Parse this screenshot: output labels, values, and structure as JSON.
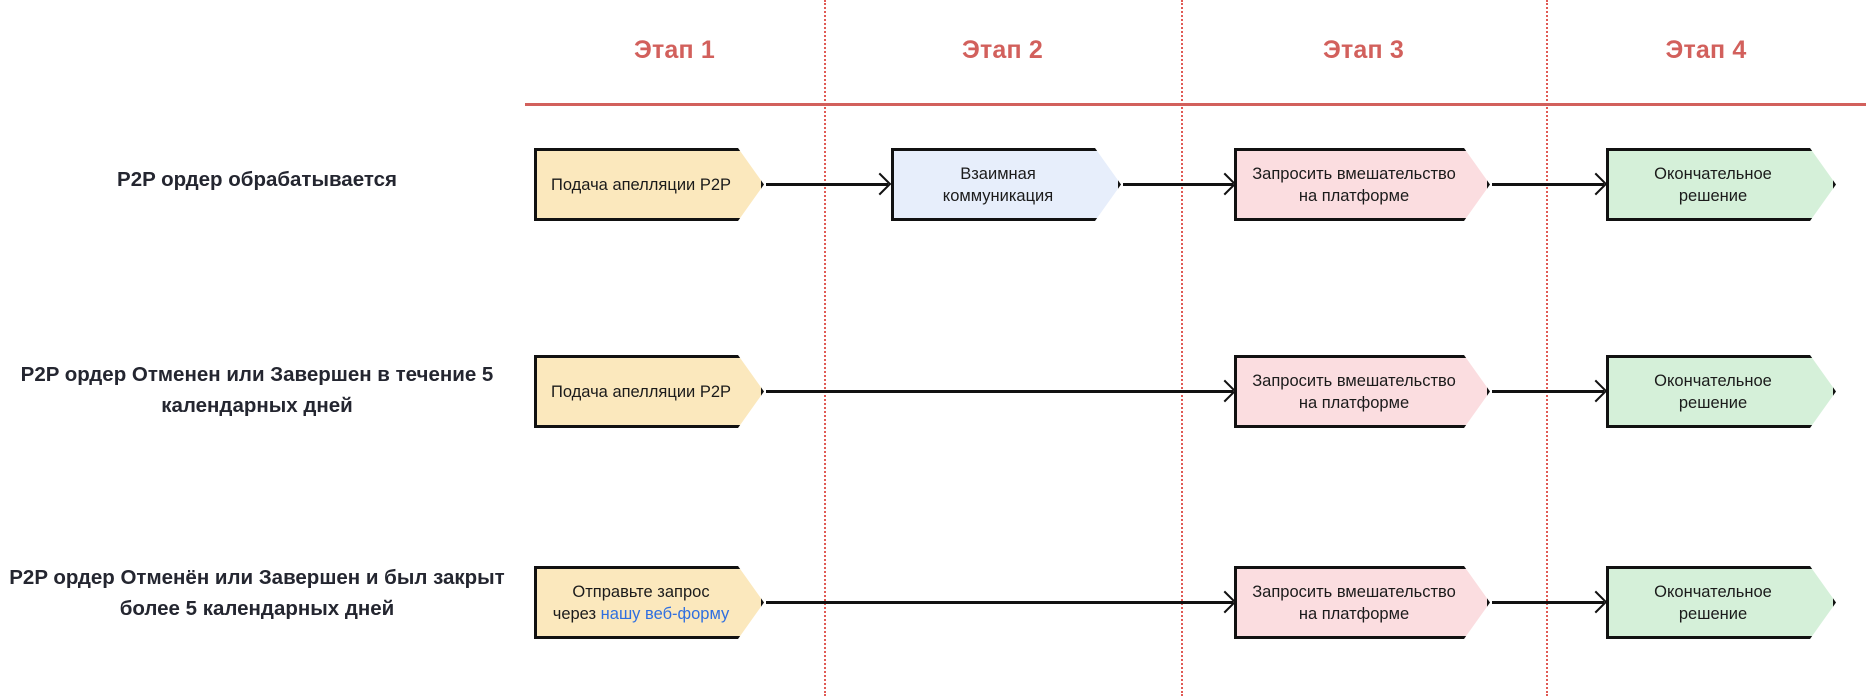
{
  "diagram": {
    "title_bar_color": "#d2605c",
    "divider_color": "#e05a55",
    "stages": [
      {
        "id": "stage-1",
        "label": "Этап 1"
      },
      {
        "id": "stage-2",
        "label": "Этап 2"
      },
      {
        "id": "stage-3",
        "label": "Этап 3"
      },
      {
        "id": "stage-4",
        "label": "Этап 4"
      }
    ],
    "rows": [
      {
        "id": "row-1",
        "label": "P2P ордер обрабатывается",
        "nodes": [
          {
            "stage": 1,
            "text": "Подача апелляции P2P",
            "color": "#fbe8bd",
            "color_name": "yellow"
          },
          {
            "stage": 2,
            "text": "Взаимная\nкоммуникация",
            "color": "#e7eefb",
            "color_name": "blue"
          },
          {
            "stage": 3,
            "text": "Запросить вмешательство\nна платформе",
            "color": "#fbdde0",
            "color_name": "pink"
          },
          {
            "stage": 4,
            "text": "Окончательное\nрешение",
            "color": "#d5f0d9",
            "color_name": "green"
          }
        ]
      },
      {
        "id": "row-2",
        "label": "P2P ордер Отменен или Завершен в течение 5 календарных дней",
        "label_line_1": "P2P ордер Отменен или Завершен в течение 5",
        "label_line_2": "календарных дней",
        "nodes": [
          {
            "stage": 1,
            "text": "Подача апелляции P2P",
            "color": "#fbe8bd",
            "color_name": "yellow"
          },
          {
            "stage": 3,
            "text": "Запросить вмешательство\nна платформе",
            "color": "#fbdde0",
            "color_name": "pink"
          },
          {
            "stage": 4,
            "text": "Окончательное\nрешение",
            "color": "#d5f0d9",
            "color_name": "green"
          }
        ]
      },
      {
        "id": "row-3",
        "label": "P2P ордер Отменён или Завершен и был закрыт более 5 календарных дней",
        "label_line_1": "P2P ордер Отменён или Завершен и был закрыт",
        "label_line_2": "более 5 календарных дней",
        "nodes": [
          {
            "stage": 1,
            "text_prefix_line1": "Отправьте запрос",
            "text_prefix_line2": "через ",
            "link_text": "нашу веб-форму",
            "link_color": "#2f6fe0",
            "color": "#fbe8bd",
            "color_name": "yellow"
          },
          {
            "stage": 3,
            "text": "Запросить вмешательство\nна платформе",
            "color": "#fbdde0",
            "color_name": "pink"
          },
          {
            "stage": 4,
            "text": "Окончательное\nрешение",
            "color": "#d5f0d9",
            "color_name": "green"
          }
        ]
      }
    ]
  }
}
